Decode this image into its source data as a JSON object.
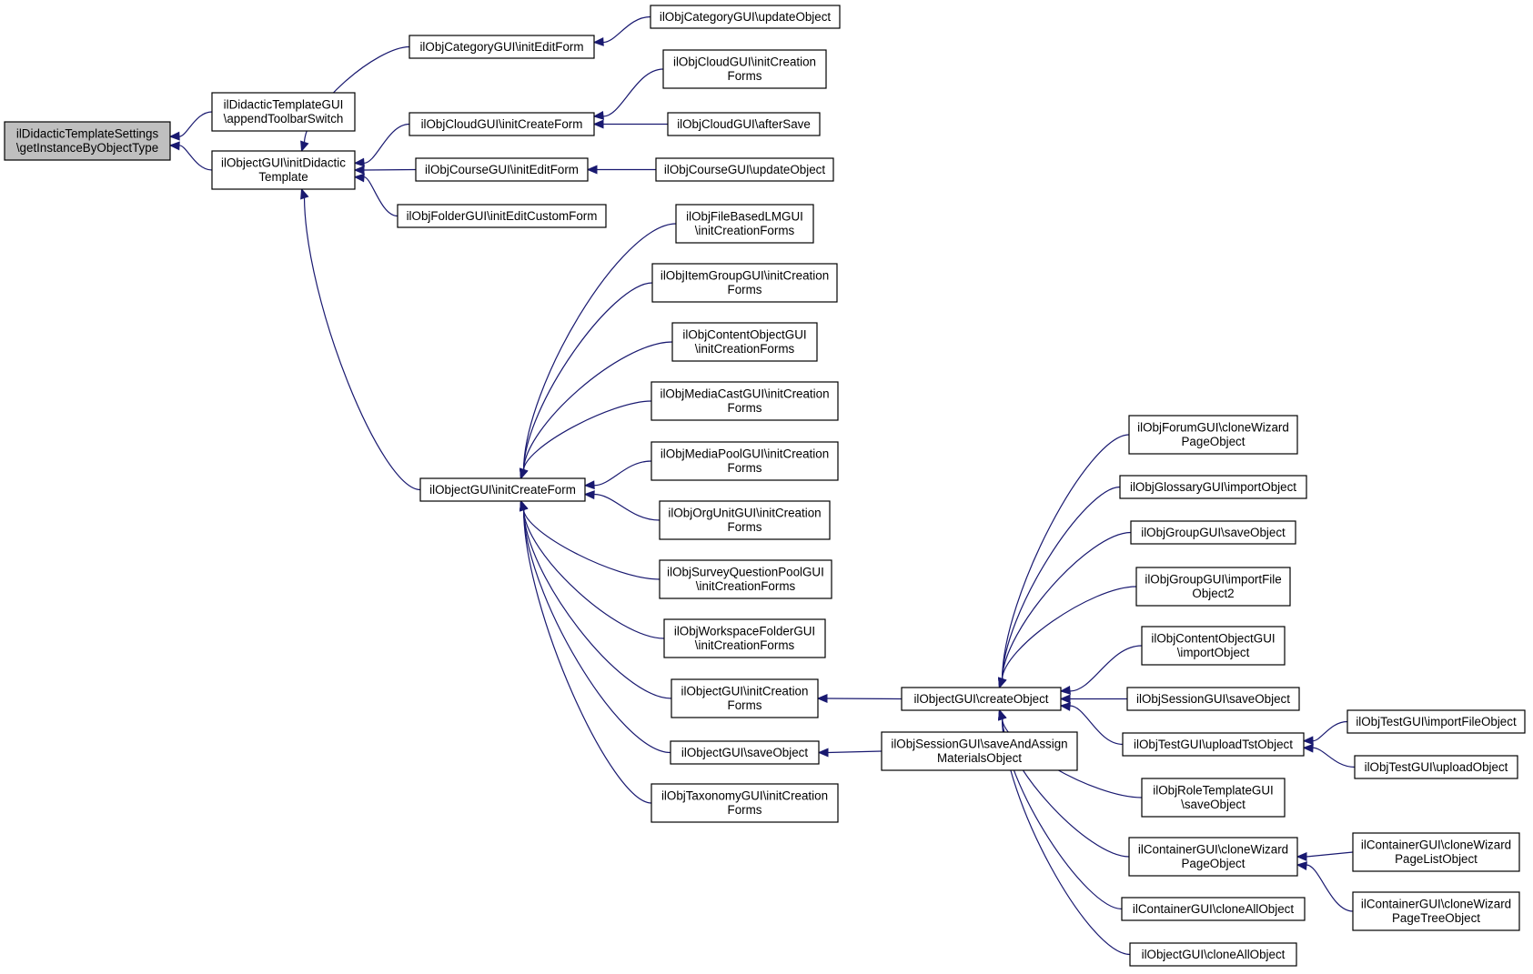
{
  "colors": {
    "edge": "#191970",
    "root_fill": "#bfbfbf",
    "node_fill": "#ffffff",
    "node_stroke": "#000000"
  },
  "nodes": [
    {
      "id": "root",
      "lines": [
        "ilDidacticTemplateSettings",
        "\\getInstanceByObjectType"
      ],
      "root": true
    },
    {
      "id": "appendToolbar",
      "lines": [
        "ilDidacticTemplateGUI",
        "\\appendToolbarSwitch"
      ]
    },
    {
      "id": "initDidactic",
      "lines": [
        "ilObjectGUI\\initDidactic",
        "Template"
      ]
    },
    {
      "id": "catInitEdit",
      "lines": [
        "ilObjCategoryGUI\\initEditForm"
      ]
    },
    {
      "id": "cloudInitCreate",
      "lines": [
        "ilObjCloudGUI\\initCreateForm"
      ]
    },
    {
      "id": "courseInitEdit",
      "lines": [
        "ilObjCourseGUI\\initEditForm"
      ]
    },
    {
      "id": "folderInitEdit",
      "lines": [
        "ilObjFolderGUI\\initEditCustomForm"
      ]
    },
    {
      "id": "initCreateForm",
      "lines": [
        "ilObjectGUI\\initCreateForm"
      ]
    },
    {
      "id": "catUpdate",
      "lines": [
        "ilObjCategoryGUI\\updateObject"
      ]
    },
    {
      "id": "cloudInitCreation",
      "lines": [
        "ilObjCloudGUI\\initCreation",
        "Forms"
      ]
    },
    {
      "id": "cloudAfterSave",
      "lines": [
        "ilObjCloudGUI\\afterSave"
      ]
    },
    {
      "id": "courseUpdate",
      "lines": [
        "ilObjCourseGUI\\updateObject"
      ]
    },
    {
      "id": "fileBased",
      "lines": [
        "ilObjFileBasedLMGUI",
        "\\initCreationForms"
      ]
    },
    {
      "id": "itemGroup",
      "lines": [
        "ilObjItemGroupGUI\\initCreation",
        "Forms"
      ]
    },
    {
      "id": "contentObj",
      "lines": [
        "ilObjContentObjectGUI",
        "\\initCreationForms"
      ]
    },
    {
      "id": "mediaCast",
      "lines": [
        "ilObjMediaCastGUI\\initCreation",
        "Forms"
      ]
    },
    {
      "id": "mediaPool",
      "lines": [
        "ilObjMediaPoolGUI\\initCreation",
        "Forms"
      ]
    },
    {
      "id": "orgUnit",
      "lines": [
        "ilObjOrgUnitGUI\\initCreation",
        "Forms"
      ]
    },
    {
      "id": "surveyPool",
      "lines": [
        "ilObjSurveyQuestionPoolGUI",
        "\\initCreationForms"
      ]
    },
    {
      "id": "workspace",
      "lines": [
        "ilObjWorkspaceFolderGUI",
        "\\initCreationForms"
      ]
    },
    {
      "id": "objInitCreation",
      "lines": [
        "ilObjectGUI\\initCreation",
        "Forms"
      ]
    },
    {
      "id": "objSave",
      "lines": [
        "ilObjectGUI\\saveObject"
      ]
    },
    {
      "id": "taxonomy",
      "lines": [
        "ilObjTaxonomyGUI\\initCreation",
        "Forms"
      ]
    },
    {
      "id": "createObject",
      "lines": [
        "ilObjectGUI\\createObject"
      ]
    },
    {
      "id": "sessionSaveAssign",
      "lines": [
        "ilObjSessionGUI\\saveAndAssign",
        "MaterialsObject"
      ]
    },
    {
      "id": "forumClone",
      "lines": [
        "ilObjForumGUI\\cloneWizard",
        "PageObject"
      ]
    },
    {
      "id": "glossaryImport",
      "lines": [
        "ilObjGlossaryGUI\\importObject"
      ]
    },
    {
      "id": "groupSave",
      "lines": [
        "ilObjGroupGUI\\saveObject"
      ]
    },
    {
      "id": "groupImportFile",
      "lines": [
        "ilObjGroupGUI\\importFile",
        "Object2"
      ]
    },
    {
      "id": "contentImport",
      "lines": [
        "ilObjContentObjectGUI",
        "\\importObject"
      ]
    },
    {
      "id": "sessionSave",
      "lines": [
        "ilObjSessionGUI\\saveObject"
      ]
    },
    {
      "id": "testUploadTst",
      "lines": [
        "ilObjTestGUI\\uploadTstObject"
      ]
    },
    {
      "id": "roleTemplate",
      "lines": [
        "ilObjRoleTemplateGUI",
        "\\saveObject"
      ]
    },
    {
      "id": "containerClonePage",
      "lines": [
        "ilContainerGUI\\cloneWizard",
        "PageObject"
      ]
    },
    {
      "id": "containerCloneAll",
      "lines": [
        "ilContainerGUI\\cloneAllObject"
      ]
    },
    {
      "id": "objCloneAll",
      "lines": [
        "ilObjectGUI\\cloneAllObject"
      ]
    },
    {
      "id": "testImportFile",
      "lines": [
        "ilObjTestGUI\\importFileObject"
      ]
    },
    {
      "id": "testUpload",
      "lines": [
        "ilObjTestGUI\\uploadObject"
      ]
    },
    {
      "id": "containerPageList",
      "lines": [
        "ilContainerGUI\\cloneWizard",
        "PageListObject"
      ]
    },
    {
      "id": "containerPageTree",
      "lines": [
        "ilContainerGUI\\cloneWizard",
        "PageTreeObject"
      ]
    }
  ],
  "edges": [
    [
      "appendToolbar",
      "root"
    ],
    [
      "initDidactic",
      "root"
    ],
    [
      "catInitEdit",
      "initDidactic"
    ],
    [
      "cloudInitCreate",
      "initDidactic"
    ],
    [
      "courseInitEdit",
      "initDidactic"
    ],
    [
      "folderInitEdit",
      "initDidactic"
    ],
    [
      "initCreateForm",
      "initDidactic"
    ],
    [
      "catUpdate",
      "catInitEdit"
    ],
    [
      "cloudInitCreation",
      "cloudInitCreate"
    ],
    [
      "cloudAfterSave",
      "cloudInitCreate"
    ],
    [
      "courseUpdate",
      "courseInitEdit"
    ],
    [
      "fileBased",
      "initCreateForm"
    ],
    [
      "itemGroup",
      "initCreateForm"
    ],
    [
      "contentObj",
      "initCreateForm"
    ],
    [
      "mediaCast",
      "initCreateForm"
    ],
    [
      "mediaPool",
      "initCreateForm"
    ],
    [
      "orgUnit",
      "initCreateForm"
    ],
    [
      "surveyPool",
      "initCreateForm"
    ],
    [
      "workspace",
      "initCreateForm"
    ],
    [
      "objInitCreation",
      "initCreateForm"
    ],
    [
      "objSave",
      "initCreateForm"
    ],
    [
      "taxonomy",
      "initCreateForm"
    ],
    [
      "createObject",
      "objInitCreation"
    ],
    [
      "sessionSaveAssign",
      "objSave"
    ],
    [
      "forumClone",
      "createObject"
    ],
    [
      "glossaryImport",
      "createObject"
    ],
    [
      "groupSave",
      "createObject"
    ],
    [
      "groupImportFile",
      "createObject"
    ],
    [
      "contentImport",
      "createObject"
    ],
    [
      "sessionSave",
      "createObject"
    ],
    [
      "testUploadTst",
      "createObject"
    ],
    [
      "roleTemplate",
      "createObject"
    ],
    [
      "containerClonePage",
      "createObject"
    ],
    [
      "containerCloneAll",
      "createObject"
    ],
    [
      "objCloneAll",
      "createObject"
    ],
    [
      "testImportFile",
      "testUploadTst"
    ],
    [
      "testUpload",
      "testUploadTst"
    ],
    [
      "containerPageList",
      "containerClonePage"
    ],
    [
      "containerPageTree",
      "containerClonePage"
    ]
  ]
}
